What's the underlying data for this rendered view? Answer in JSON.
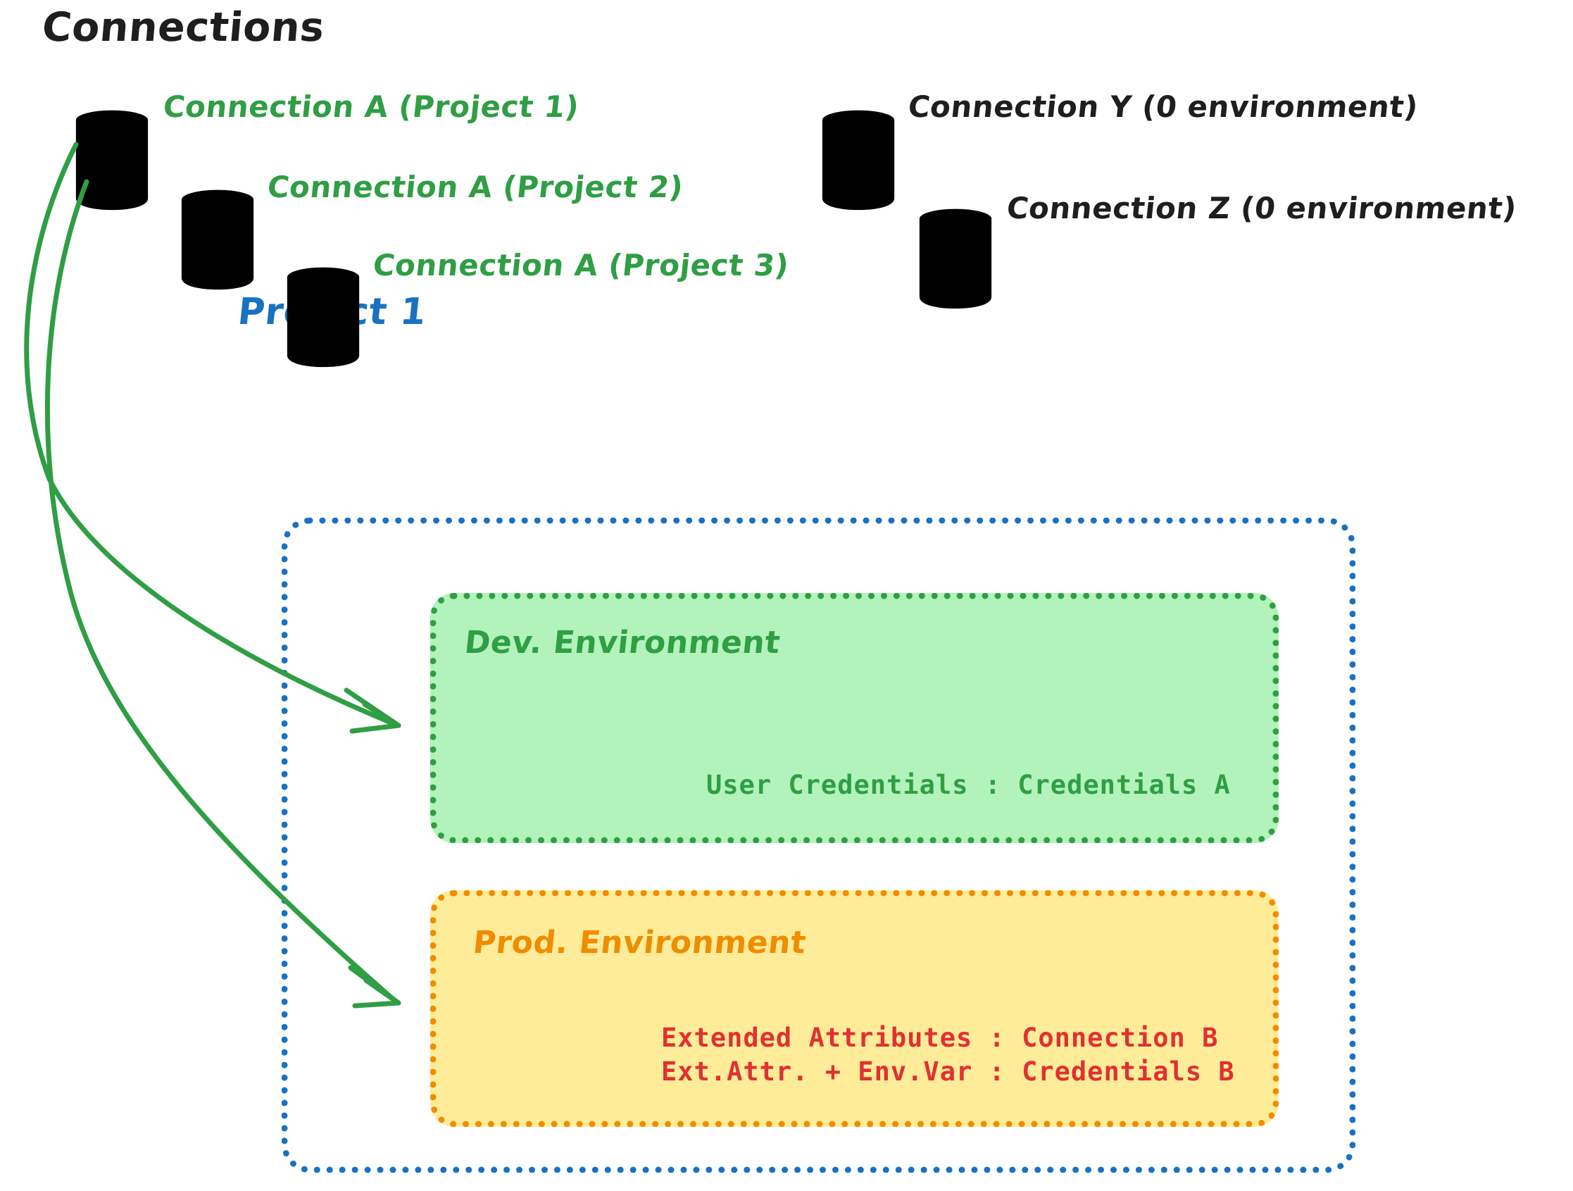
{
  "diagram": {
    "title": "Connections",
    "project_title": "Project 1"
  },
  "connections": [
    {
      "id": "conn-a-p1",
      "label": "Connection A (Project 1)",
      "color": "#2f9e44",
      "kind": "green"
    },
    {
      "id": "conn-a-p2",
      "label": "Connection A (Project 2)",
      "color": "#2f9e44",
      "kind": "green"
    },
    {
      "id": "conn-a-p3",
      "label": "Connection A (Project 3)",
      "color": "#2f9e44",
      "kind": "green"
    },
    {
      "id": "conn-y",
      "label": "Connection Y (0 environment)",
      "color": "#1e1e1e",
      "kind": "gray"
    },
    {
      "id": "conn-z",
      "label": "Connection Z (0 environment)",
      "color": "#1e1e1e",
      "kind": "gray"
    }
  ],
  "environments": [
    {
      "id": "dev",
      "title": "Dev. Environment",
      "fill": "#b2f2bb",
      "stroke": "#2f9e44",
      "text_color": "#2f9e44",
      "lines": [
        "User Credentials : Credentials A"
      ]
    },
    {
      "id": "prod",
      "title": "Prod. Environment",
      "fill": "#ffec99",
      "stroke": "#f08c00",
      "text_color": "#e03131",
      "lines": [
        "Extended Attributes : Connection B",
        "Ext.Attr. + Env.Var : Credentials B"
      ]
    }
  ],
  "project": {
    "stroke": "#1971c2",
    "label": "Project 1"
  },
  "arrows": [
    {
      "id": "arrow-to-dev",
      "from": "conn-a-p1",
      "to": "dev",
      "color": "#2f9e44"
    },
    {
      "id": "arrow-to-prod",
      "from": "conn-a-p1",
      "to": "prod",
      "color": "#2f9e44"
    }
  ],
  "colors": {
    "green_stroke": "#2f9e44",
    "green_fill": "#b2f2bb",
    "yellow_fill": "#ffec99",
    "orange_stroke": "#f08c00",
    "blue_stroke": "#1971c2",
    "red_text": "#e03131",
    "gray_fill": "#ced4da",
    "black_stroke": "#1e1e1e"
  }
}
